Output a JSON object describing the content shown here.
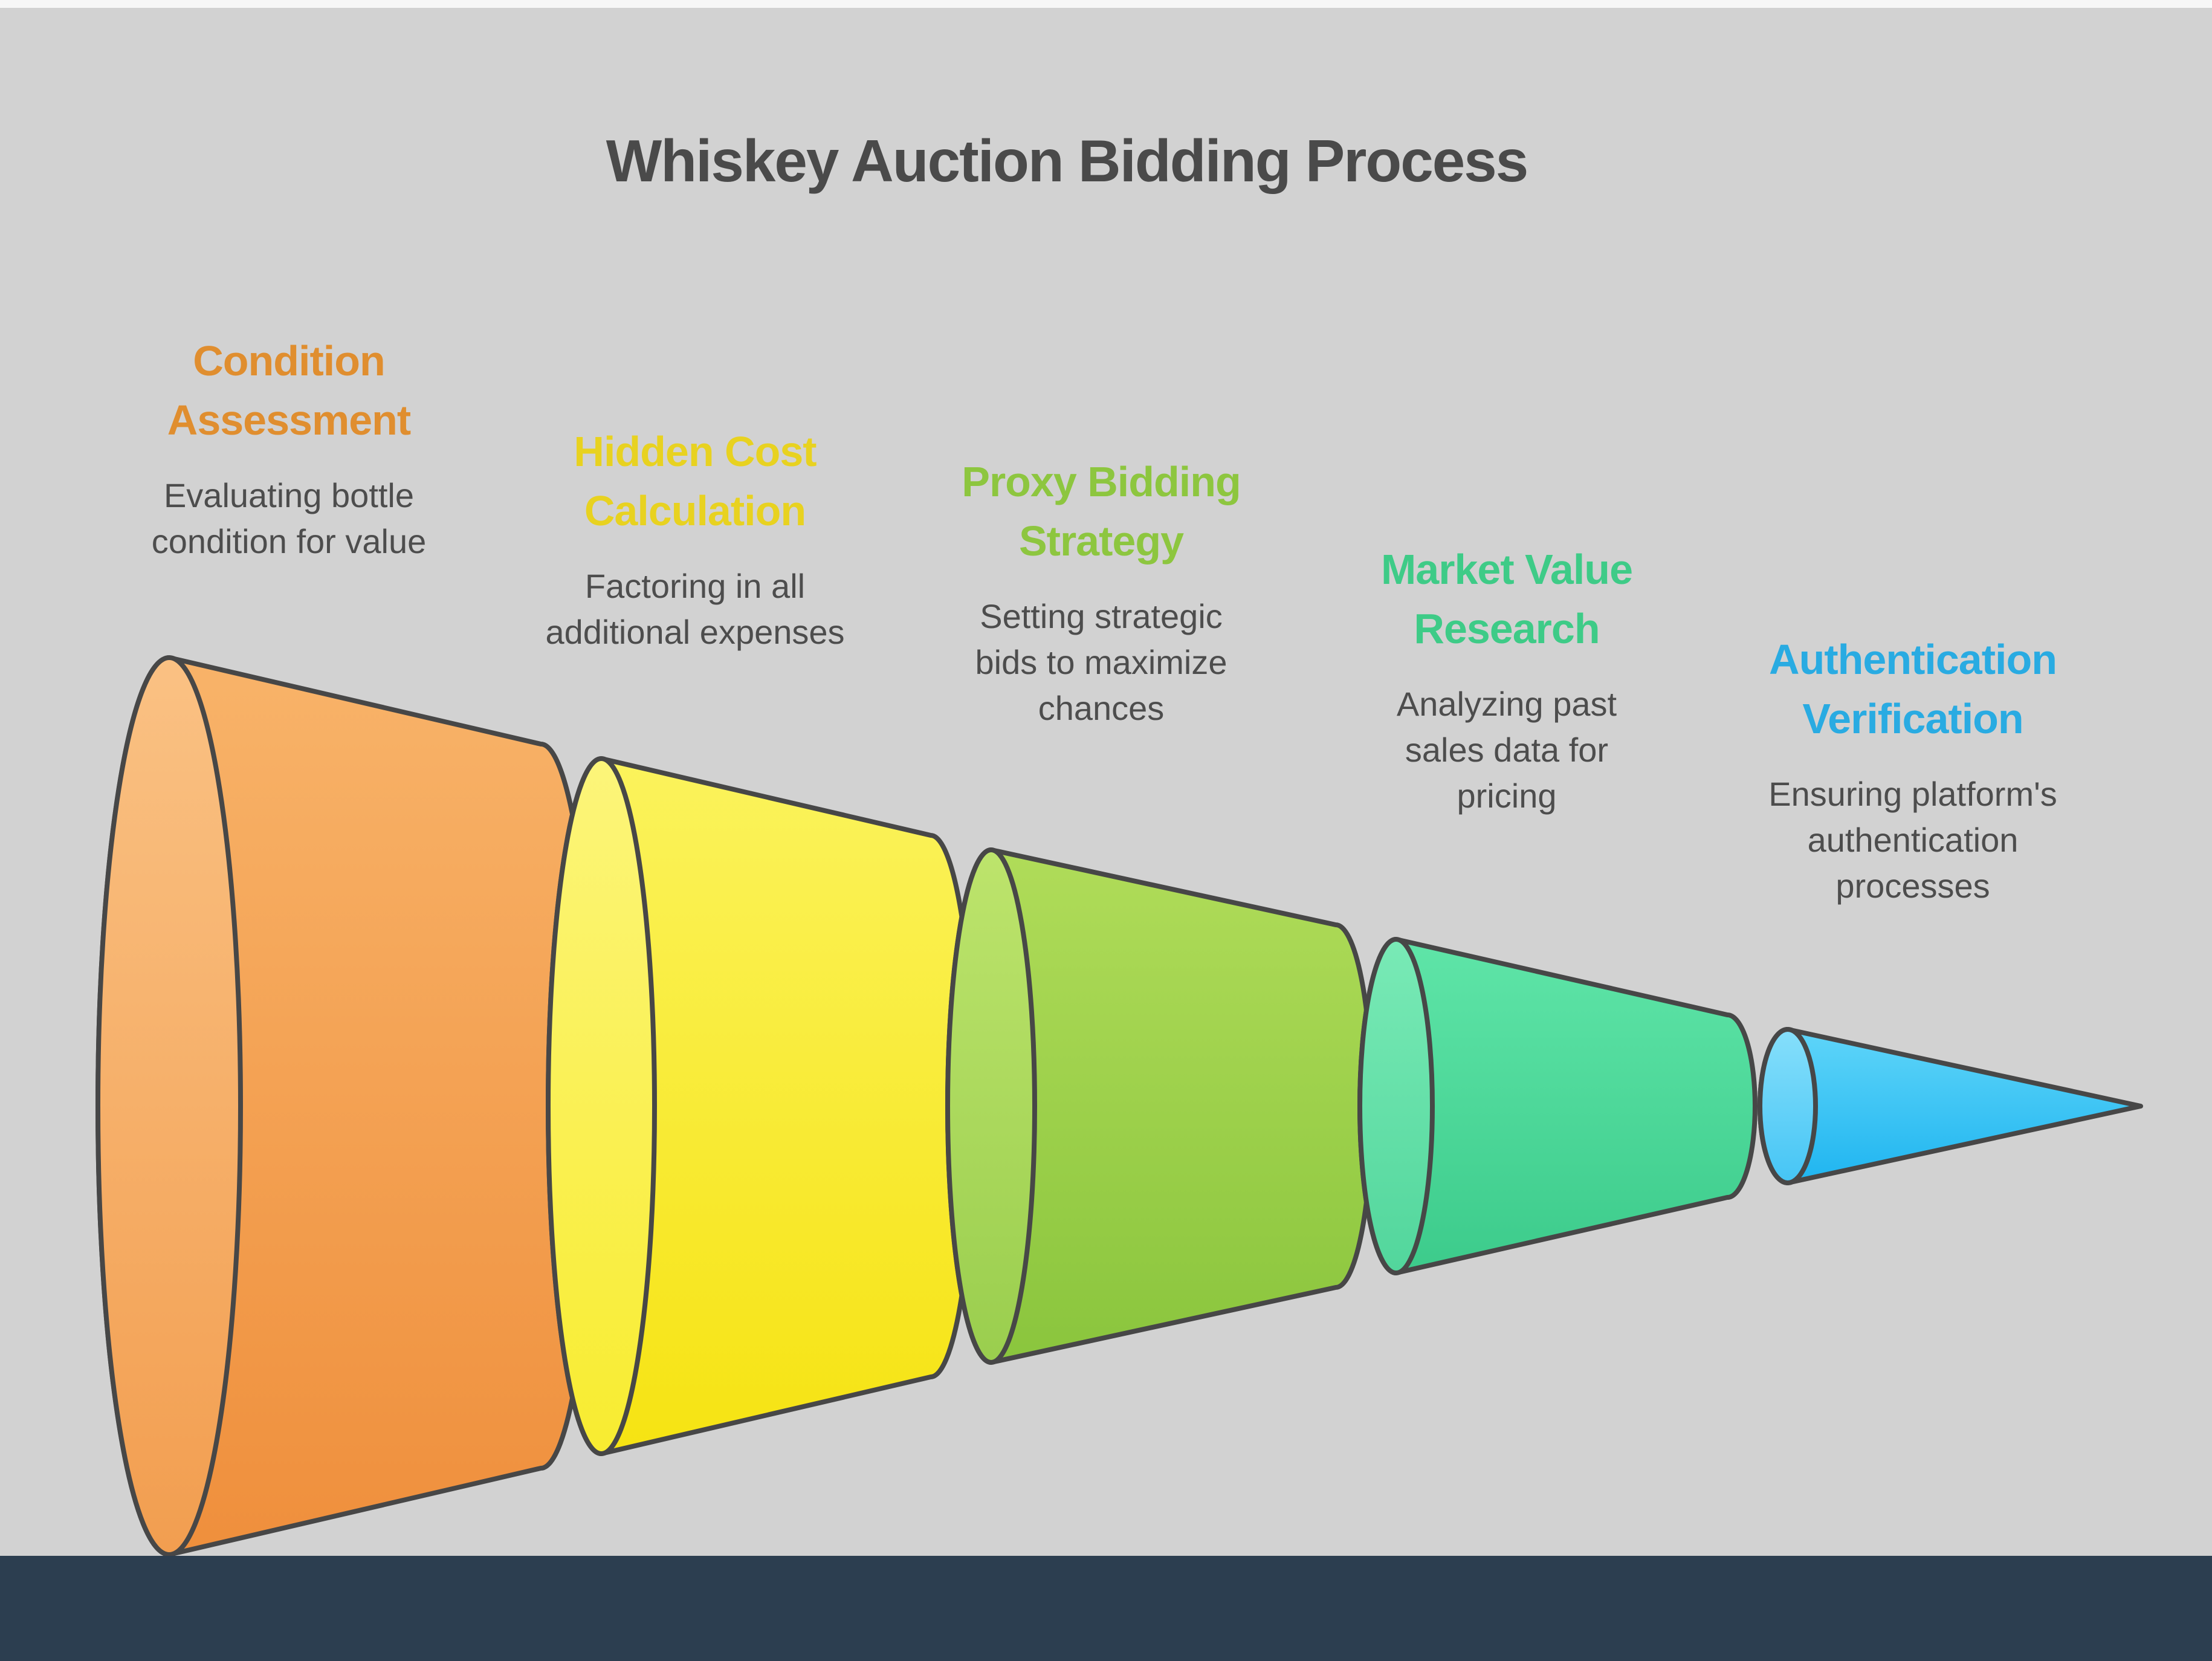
{
  "page": {
    "background": "#d2d2d2",
    "top_strip_color": "#f7f7f7",
    "footer_color": "#2c3e50",
    "outline_color": "#474747"
  },
  "title": {
    "text": "Whiskey Auction Bidding Process",
    "color": "#4a4a4a"
  },
  "stages": [
    {
      "title": "Condition\nAssessment",
      "description": "Evaluating bottle\ncondition for value",
      "heading_color": "#e08e2f",
      "body_gradient": [
        "#f8b369",
        "#ef8f3c"
      ],
      "rim_gradient": [
        "#fac183",
        "#f29e50"
      ]
    },
    {
      "title": "Hidden Cost\nCalculation",
      "description": "Factoring in all\nadditional expenses",
      "heading_color": "#e8d220",
      "body_gradient": [
        "#fbf35c",
        "#f6e312"
      ],
      "rim_gradient": [
        "#fcf57a",
        "#f8ec30"
      ]
    },
    {
      "title": "Proxy Bidding\nStrategy",
      "description": "Setting strategic\nbids to maximize\nchances",
      "heading_color": "#8dc63f",
      "body_gradient": [
        "#b0dc59",
        "#8ac53d"
      ],
      "rim_gradient": [
        "#bde46c",
        "#9ace4e"
      ]
    },
    {
      "title": "Market Value\nResearch",
      "description": "Analyzing past\nsales data for\npricing",
      "heading_color": "#3ecb87",
      "body_gradient": [
        "#5fe5a8",
        "#3ccb8b"
      ],
      "rim_gradient": [
        "#79eab6",
        "#52d69c"
      ]
    },
    {
      "title": "Authentication\nVerification",
      "description": "Ensuring platform's\nauthentication\nprocesses",
      "heading_color": "#29abe2",
      "body_gradient": [
        "#5fd5f9",
        "#1fb5f0"
      ],
      "rim_gradient": [
        "#86dffb",
        "#45c5f5"
      ]
    }
  ]
}
